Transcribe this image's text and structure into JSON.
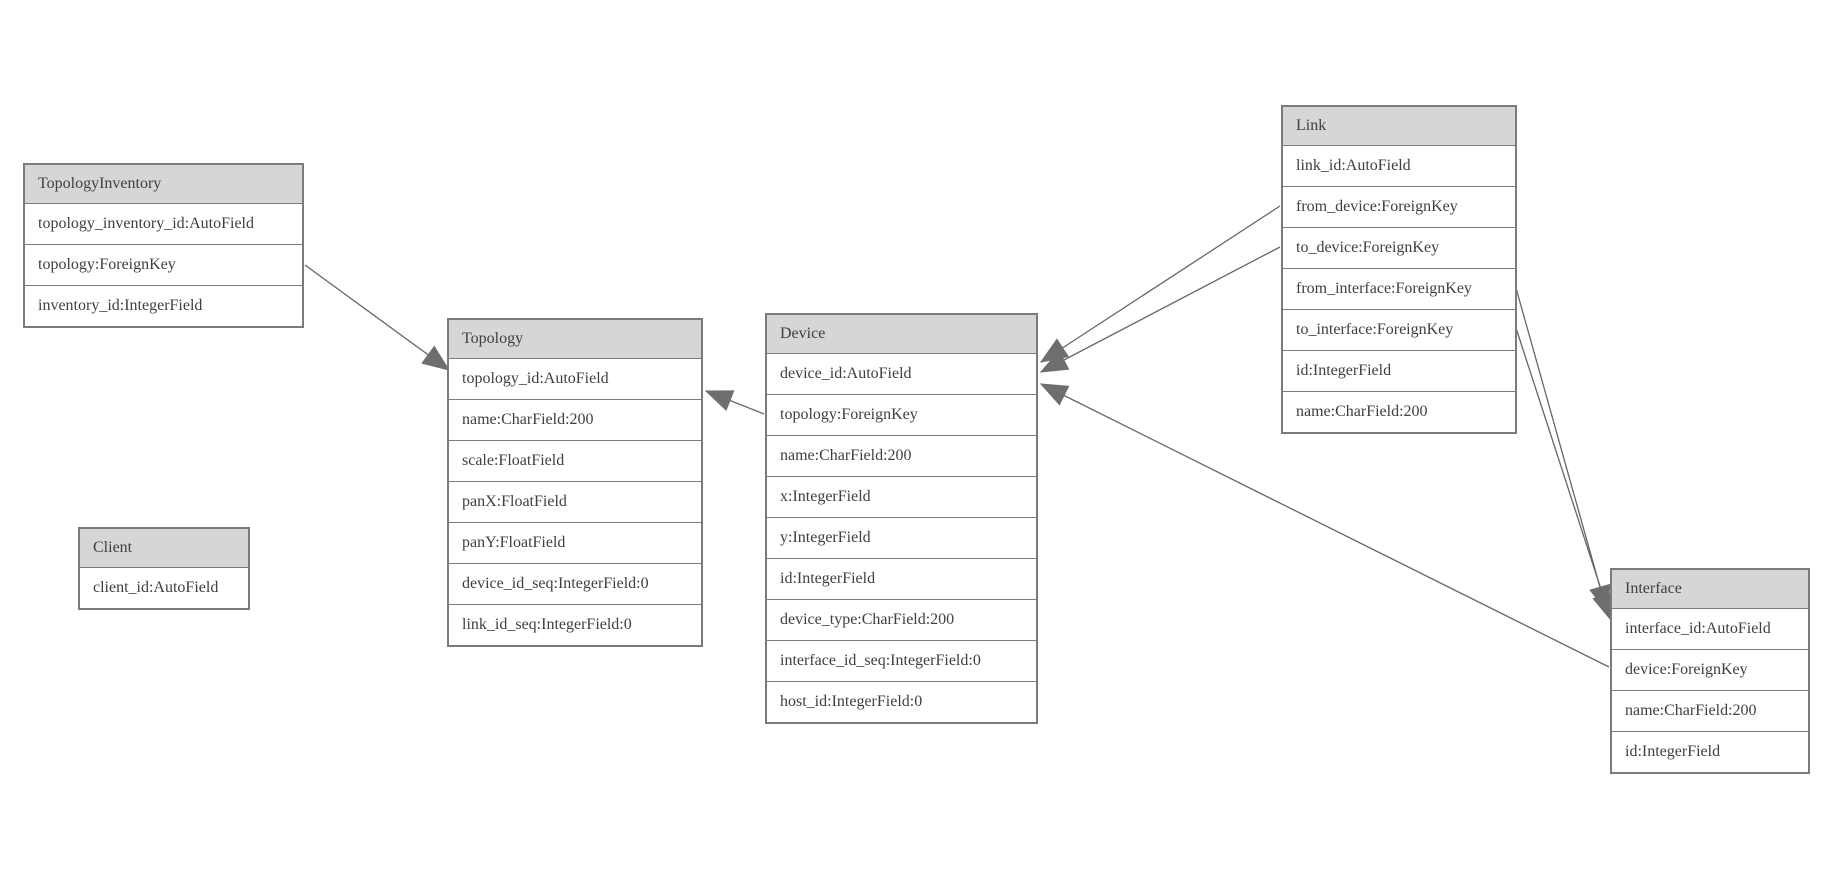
{
  "diagram": {
    "colors": {
      "background": "#ffffff",
      "entity_border": "#7b7b7b",
      "header_fill": "#d6d6d6",
      "text": "#3f3f3f",
      "line": "#666666",
      "arrowhead": "#6e6e6e"
    },
    "entities": [
      {
        "name": "TopologyInventory",
        "fields": [
          "topology_inventory_id:AutoField",
          "topology:ForeignKey",
          "inventory_id:IntegerField"
        ]
      },
      {
        "name": "Topology",
        "fields": [
          "topology_id:AutoField",
          "name:CharField:200",
          "scale:FloatField",
          "panX:FloatField",
          "panY:FloatField",
          "device_id_seq:IntegerField:0",
          "link_id_seq:IntegerField:0"
        ]
      },
      {
        "name": "Client",
        "fields": [
          "client_id:AutoField"
        ]
      },
      {
        "name": "Device",
        "fields": [
          "device_id:AutoField",
          "topology:ForeignKey",
          "name:CharField:200",
          "x:IntegerField",
          "y:IntegerField",
          "id:IntegerField",
          "device_type:CharField:200",
          "interface_id_seq:IntegerField:0",
          "host_id:IntegerField:0"
        ]
      },
      {
        "name": "Link",
        "fields": [
          "link_id:AutoField",
          "from_device:ForeignKey",
          "to_device:ForeignKey",
          "from_interface:ForeignKey",
          "to_interface:ForeignKey",
          "id:IntegerField",
          "name:CharField:200"
        ]
      },
      {
        "name": "Interface",
        "fields": [
          "interface_id:AutoField",
          "device:ForeignKey",
          "name:CharField:200",
          "id:IntegerField"
        ]
      }
    ],
    "relationships": [
      {
        "from": "TopologyInventory.topology",
        "to": "Topology"
      },
      {
        "from": "Device.topology",
        "to": "Topology"
      },
      {
        "from": "Link.from_device",
        "to": "Device"
      },
      {
        "from": "Link.to_device",
        "to": "Device"
      },
      {
        "from": "Interface.device",
        "to": "Device"
      },
      {
        "from": "Link.from_interface",
        "to": "Interface"
      },
      {
        "from": "Link.to_interface",
        "to": "Interface"
      }
    ]
  }
}
